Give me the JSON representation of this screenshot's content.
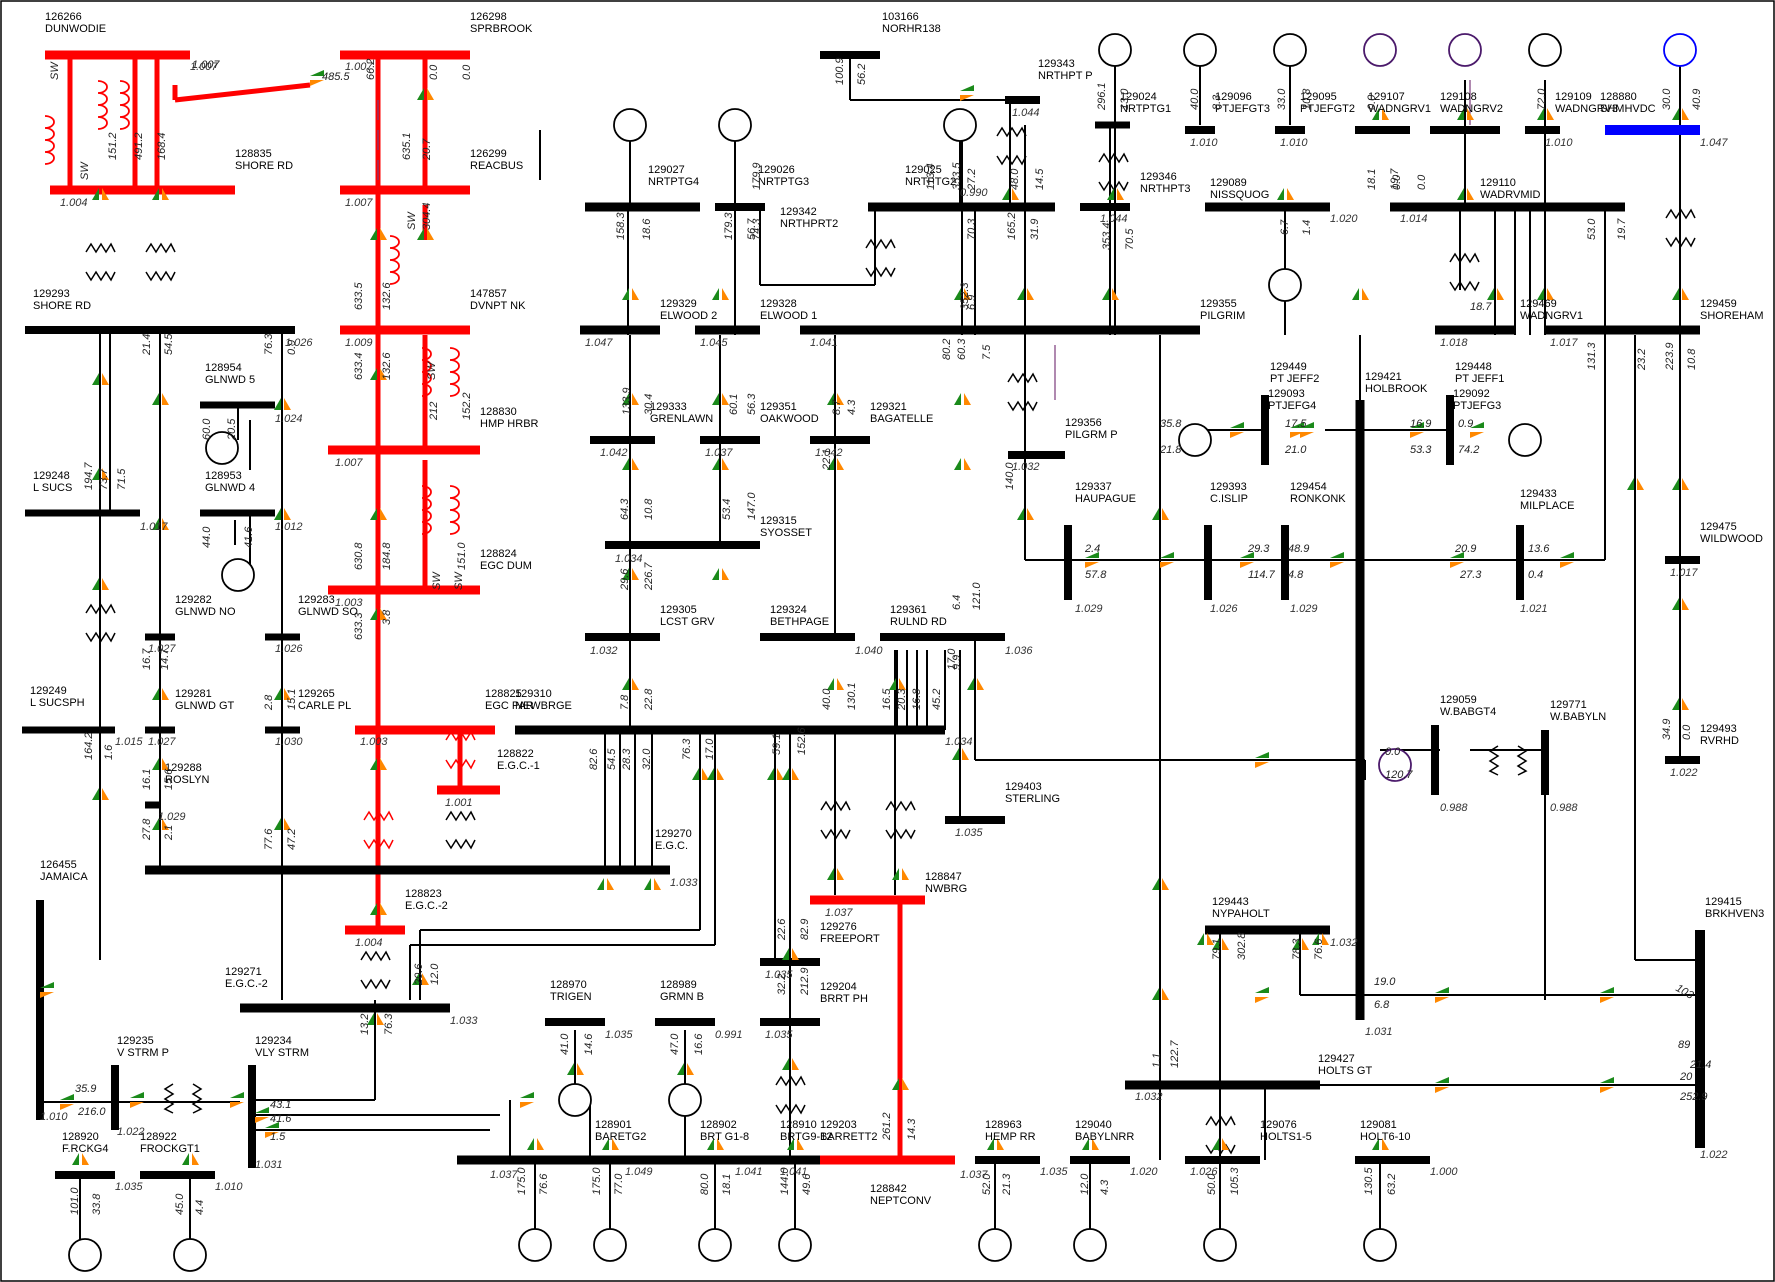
{
  "colors": {
    "normal": "#000000",
    "highlight": "#ff0000",
    "selected": "#0000ff",
    "arrow_green": "#1a8a1a",
    "arrow_orange": "#ff8800",
    "gen_purple": "#4b1a6b"
  },
  "buses": [
    {
      "id": "126266",
      "name": "DUNWODIE",
      "volt": "1.007"
    },
    {
      "id": "126298",
      "name": "SPRBROOK",
      "volt": "1.007"
    },
    {
      "id": "128835",
      "name": "SHORE RD",
      "volt": "1.004"
    },
    {
      "id": "126299",
      "name": "REACBUS",
      "volt": "1.007"
    },
    {
      "id": "129293",
      "name": "SHORE RD",
      "volt": "1.026"
    },
    {
      "id": "147857",
      "name": "DVNPT NK",
      "volt": "1.009"
    },
    {
      "id": "128954",
      "name": "GLNWD 5",
      "volt": "1.024"
    },
    {
      "id": "128830",
      "name": "HMP HRBR",
      "volt": "1.007"
    },
    {
      "id": "129248",
      "name": "L SUCS",
      "volt": "1.017"
    },
    {
      "id": "128953",
      "name": "GLNWD 4",
      "volt": "1.012"
    },
    {
      "id": "128824",
      "name": "EGC DUM",
      "volt": "1.003"
    },
    {
      "id": "129282",
      "name": "GLNWD NO",
      "volt": "1.027"
    },
    {
      "id": "129283",
      "name": "GLNWD SO",
      "volt": "1.026"
    },
    {
      "id": "129249",
      "name": "L SUCSPH",
      "volt": "1.015"
    },
    {
      "id": "129281",
      "name": "GLNWD GT",
      "volt": "1.027"
    },
    {
      "id": "129265",
      "name": "CARLE PL",
      "volt": "1.030"
    },
    {
      "id": "128825",
      "name": "EGC PAR",
      "volt": "1.003"
    },
    {
      "id": "129310",
      "name": "NEWBRGE",
      "volt": "1.034"
    },
    {
      "id": "129288",
      "name": "ROSLYN",
      "volt": "1.029"
    },
    {
      "id": "128822",
      "name": "E.G.C.-1",
      "volt": "1.001"
    },
    {
      "id": "129270",
      "name": "E.G.C.",
      "volt": "1.033"
    },
    {
      "id": "126455",
      "name": "JAMAICA",
      "volt": "1.010"
    },
    {
      "id": "128823",
      "name": "E.G.C.-2",
      "volt": "1.004"
    },
    {
      "id": "129271",
      "name": "E.G.C.-2",
      "volt": "1.033"
    },
    {
      "id": "129235",
      "name": "V STRM P",
      "volt": "1.022"
    },
    {
      "id": "129234",
      "name": "VLY STRM",
      "volt": "1.031"
    },
    {
      "id": "128920",
      "name": "F.RCKG4",
      "volt": "1.035"
    },
    {
      "id": "128922",
      "name": "FROCKGT1",
      "volt": "1.010"
    },
    {
      "id": "103166",
      "name": "NORHR138",
      "volt": ""
    },
    {
      "id": "129343",
      "name": "NRTHPT P",
      "volt": "1.044"
    },
    {
      "id": "129027",
      "name": "NRTPTG4",
      "volt": ""
    },
    {
      "id": "129026",
      "name": "NRTPTG3",
      "volt": ""
    },
    {
      "id": "129342",
      "name": "NRTHPRT2",
      "volt": ""
    },
    {
      "id": "129025",
      "name": "NRTPTG2",
      "volt": "0.990"
    },
    {
      "id": "129024",
      "name": "NRTPTG1",
      "volt": ""
    },
    {
      "id": "129346",
      "name": "NRTHPT3",
      "volt": "1.044"
    },
    {
      "id": "129096",
      "name": "PTJEFGT3",
      "volt": "1.010"
    },
    {
      "id": "129095",
      "name": "PTJEFGT2",
      "volt": "1.010"
    },
    {
      "id": "129107",
      "name": "WADNGRV1",
      "volt": ""
    },
    {
      "id": "129108",
      "name": "WADNGRV2",
      "volt": ""
    },
    {
      "id": "129109",
      "name": "WADNGRV3",
      "volt": "1.010"
    },
    {
      "id": "128880",
      "name": "SHMHVDC",
      "volt": "1.047"
    },
    {
      "id": "129089",
      "name": "NISSQUOG",
      "volt": "1.020"
    },
    {
      "id": "129110",
      "name": "WADRVMID",
      "volt": "1.014"
    },
    {
      "id": "129329",
      "name": "ELWOOD 2",
      "volt": "1.047"
    },
    {
      "id": "129328",
      "name": "ELWOOD 1",
      "volt": "1.045"
    },
    {
      "id": "129355",
      "name": "PILGRIM",
      "volt": "1.041"
    },
    {
      "id": "129469",
      "name": "WADNGRV1",
      "volt": "1.018"
    },
    {
      "id": "129459",
      "name": "SHOREHAM",
      "volt": "1.017"
    },
    {
      "id": "129449",
      "name": "PT JEFF2",
      "volt": ""
    },
    {
      "id": "129448",
      "name": "PT JEFF1",
      "volt": ""
    },
    {
      "id": "129093",
      "name": "PTJEFG4",
      "volt": "1.026"
    },
    {
      "id": "129092",
      "name": "PTJEFG3",
      "volt": "1.026"
    },
    {
      "id": "129421",
      "name": "HOLBROOK",
      "volt": "1.031"
    },
    {
      "id": "129333",
      "name": "GRENLAWN",
      "volt": "1.042"
    },
    {
      "id": "129351",
      "name": "OAKWOOD",
      "volt": "1.037"
    },
    {
      "id": "129321",
      "name": "BAGATELLE",
      "volt": "1.042"
    },
    {
      "id": "129356",
      "name": "PILGRM P",
      "volt": "1.032"
    },
    {
      "id": "129337",
      "name": "HAUPAGUE",
      "volt": "1.029"
    },
    {
      "id": "129393",
      "name": "C.ISLIP",
      "volt": "1.026"
    },
    {
      "id": "129454",
      "name": "RONKONK",
      "volt": "1.029"
    },
    {
      "id": "129433",
      "name": "MILPLACE",
      "volt": "1.021"
    },
    {
      "id": "129475",
      "name": "WILDWOOD",
      "volt": "1.017"
    },
    {
      "id": "129315",
      "name": "SYOSSET",
      "volt": "1.034"
    },
    {
      "id": "129305",
      "name": "LCST GRV",
      "volt": "1.032"
    },
    {
      "id": "129324",
      "name": "BETHPAGE",
      "volt": "1.040"
    },
    {
      "id": "129361",
      "name": "RULND RD",
      "volt": "1.036"
    },
    {
      "id": "129059",
      "name": "W.BABGT4",
      "volt": "0.988"
    },
    {
      "id": "129771",
      "name": "W.BABYLN",
      "volt": "0.988"
    },
    {
      "id": "129493",
      "name": "RVRHD",
      "volt": "1.022"
    },
    {
      "id": "129403",
      "name": "STERLING",
      "volt": "1.035"
    },
    {
      "id": "128847",
      "name": "NWBRG",
      "volt": "1.037"
    },
    {
      "id": "129276",
      "name": "FREEPORT",
      "volt": "1.035"
    },
    {
      "id": "129443",
      "name": "NYPAHOLT",
      "volt": "1.032"
    },
    {
      "id": "129415",
      "name": "BRKHVEN3",
      "volt": "1.022"
    },
    {
      "id": "128970",
      "name": "TRIGEN",
      "volt": "1.035"
    },
    {
      "id": "128989",
      "name": "GRMN B",
      "volt": "0.991"
    },
    {
      "id": "129204",
      "name": "BRRT PH",
      "volt": "1.035"
    },
    {
      "id": "129427",
      "name": "HOLTS GT",
      "volt": "1.032"
    },
    {
      "id": "128901",
      "name": "BARETG2",
      "volt": "1.049"
    },
    {
      "id": "128902",
      "name": "BRT G1-8",
      "volt": "1.041"
    },
    {
      "id": "128910",
      "name": "BRTG9-12",
      "volt": "1.041"
    },
    {
      "id": "129203",
      "name": "BARRETT2",
      "volt": "1.037"
    },
    {
      "id": "128842",
      "name": "NEPTCONV",
      "volt": "1.037"
    },
    {
      "id": "128963",
      "name": "HEMP RR",
      "volt": "1.035"
    },
    {
      "id": "129040",
      "name": "BABYLNRR",
      "volt": "1.020"
    },
    {
      "id": "129076",
      "name": "HOLTS1-5",
      "volt": "1.026"
    },
    {
      "id": "129081",
      "name": "HOLT6-10",
      "volt": "1.000"
    },
    {
      "id": "129037",
      "name": "",
      "volt": "1.037"
    }
  ],
  "flows": [
    "1.007",
    "485.5",
    "66.2",
    "0.0",
    "0.0",
    "151.2",
    "491.2",
    "168.4",
    "635.1",
    "20.7",
    "304.4",
    "633.5",
    "132.6",
    "633.4",
    "132.6",
    "212",
    "152.2",
    "630.8",
    "184.8",
    "151.0",
    "633.3",
    "3.8",
    "21.4",
    "54.5",
    "76.3",
    "0.9",
    "60.0",
    "20.5",
    "44.0",
    "41.6",
    "194.7",
    "73.7",
    "71.5",
    "16.7",
    "14.7",
    "2.8",
    "15.1",
    "164.2",
    "1.6",
    "16.1",
    "15.6",
    "27.8",
    "2.1",
    "77.6",
    "47.2",
    "82.6",
    "54.5",
    "28.3",
    "32.0",
    "76.3",
    "17.0",
    "100.9",
    "56.2",
    "296.1",
    "13.0",
    "40.0",
    "8.3",
    "33.0",
    "10.8",
    "0.0",
    "72.0",
    "40.9",
    "30.0",
    "18.1",
    "19.7",
    "179.9",
    "113.4",
    "353.5",
    "27.2",
    "48.0",
    "14.5",
    "158.3",
    "18.6",
    "179.3",
    "56.7",
    "74.3",
    "70.3",
    "165.2",
    "31.9",
    "353.4",
    "70.5",
    "6.7",
    "1.4",
    "0.0",
    "0.0",
    "18.7",
    "53.0",
    "19.7",
    "352.3",
    "6.9",
    "80.2",
    "60.3",
    "7.5",
    "131.3",
    "23.2",
    "223.9",
    "10.8",
    "133.9",
    "30.4",
    "60.1",
    "56.3",
    "8.7",
    "4.3",
    "22.1",
    "140.0",
    "35.8",
    "21.8",
    "17.5",
    "21.0",
    "16.9",
    "53.3",
    "0.9",
    "74.2",
    "2.4",
    "57.8",
    "29.3",
    "114.7",
    "48.9",
    "4.8",
    "20.9",
    "27.3",
    "13.6",
    "0.4",
    "64.3",
    "10.8",
    "53.4",
    "147.0",
    "29.6",
    "226.7",
    "7.8",
    "22.8",
    "40.0",
    "130.1",
    "16.5",
    "20.3",
    "16.8",
    "45.2",
    "17.0",
    "9.9",
    "6.4",
    "121.0",
    "59.1",
    "152.6",
    "34.9",
    "0.0",
    "0.0",
    "120.7",
    "22.6",
    "82.9",
    "32.2",
    "212.9",
    "79.1",
    "302.8",
    "78.3",
    "76.6",
    "19.0",
    "6.8",
    "103",
    "89",
    "20",
    "21.4",
    "252.9",
    "1.1",
    "122.7",
    "35.9",
    "216.0",
    "43.1",
    "41.6",
    "1.5",
    "13.2",
    "76.3",
    "20.6",
    "12.0",
    "101.0",
    "33.8",
    "45.0",
    "4.4",
    "41.0",
    "14.6",
    "47.0",
    "16.6",
    "175.0",
    "76.6",
    "175.0",
    "77.0",
    "80.0",
    "18.1",
    "144.0",
    "49.6",
    "261.2",
    "14.3",
    "52.0",
    "21.3",
    "12.0",
    "4.3",
    "50.0",
    "105.3",
    "130.5",
    "63.2",
    "SW",
    "SW",
    "SW",
    "SW",
    "SW",
    "SW"
  ]
}
